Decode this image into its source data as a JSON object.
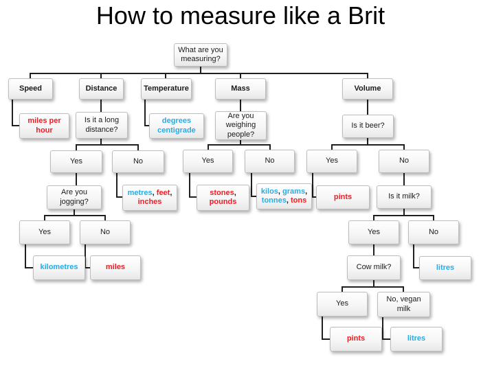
{
  "title": "How to measure like a Brit",
  "colors": {
    "red": "#ed1c24",
    "blue": "#29abe2",
    "line": "#1f1f1f"
  },
  "nodes": {
    "root": {
      "label": "What are you measuring?"
    },
    "speed": {
      "label": "Speed"
    },
    "distance": {
      "label": "Distance"
    },
    "temperature": {
      "label": "Temperature"
    },
    "mass": {
      "label": "Mass"
    },
    "volume": {
      "label": "Volume"
    },
    "miles_per_hour": {
      "label": "miles per hour",
      "color": "red"
    },
    "long_distance_q": {
      "label": "Is it a long distance?"
    },
    "degrees_centigrade": {
      "label": "degrees centigrade",
      "color": "blue"
    },
    "weighing_q": {
      "label": "Are you weighing people?"
    },
    "beer_q": {
      "label": "Is it beer?"
    },
    "dist_yes": {
      "label": "Yes"
    },
    "dist_no": {
      "label": "No"
    },
    "mass_yes": {
      "label": "Yes"
    },
    "mass_no": {
      "label": "No"
    },
    "beer_yes": {
      "label": "Yes"
    },
    "beer_no": {
      "label": "No"
    },
    "jogging_q": {
      "label": "Are you jogging?"
    },
    "metres_feet_inches": {
      "segments": [
        {
          "text": "metres",
          "color": "blue"
        },
        {
          "text": ", ",
          "color": "black"
        },
        {
          "text": "feet",
          "color": "red"
        },
        {
          "text": ", ",
          "color": "black"
        },
        {
          "text": "inches",
          "color": "red"
        }
      ]
    },
    "stones_pounds": {
      "segments": [
        {
          "text": "stones",
          "color": "red"
        },
        {
          "text": ", ",
          "color": "black"
        },
        {
          "text": "pounds",
          "color": "red"
        }
      ]
    },
    "kilos_grams_tonnes_tons": {
      "segments": [
        {
          "text": "kilos",
          "color": "blue"
        },
        {
          "text": ", ",
          "color": "black"
        },
        {
          "text": "grams",
          "color": "blue"
        },
        {
          "text": ", ",
          "color": "black"
        },
        {
          "text": "tonnes",
          "color": "blue"
        },
        {
          "text": ", ",
          "color": "black"
        },
        {
          "text": "tons",
          "color": "red"
        }
      ]
    },
    "pints_beer": {
      "label": "pints",
      "color": "red"
    },
    "milk_q": {
      "label": "Is it milk?"
    },
    "jog_yes": {
      "label": "Yes"
    },
    "jog_no": {
      "label": "No"
    },
    "milk_yes": {
      "label": "Yes"
    },
    "milk_no": {
      "label": "No"
    },
    "kilometres": {
      "label": "kilometres",
      "color": "blue"
    },
    "miles": {
      "label": "miles",
      "color": "red"
    },
    "cow_milk_q": {
      "label": "Cow milk?"
    },
    "litres_not_milk": {
      "label": "litres",
      "color": "blue"
    },
    "cow_yes": {
      "label": "Yes"
    },
    "vegan_no": {
      "label": "No, vegan milk"
    },
    "pints_cow": {
      "label": "pints",
      "color": "red"
    },
    "litres_vegan": {
      "label": "litres",
      "color": "blue"
    }
  }
}
